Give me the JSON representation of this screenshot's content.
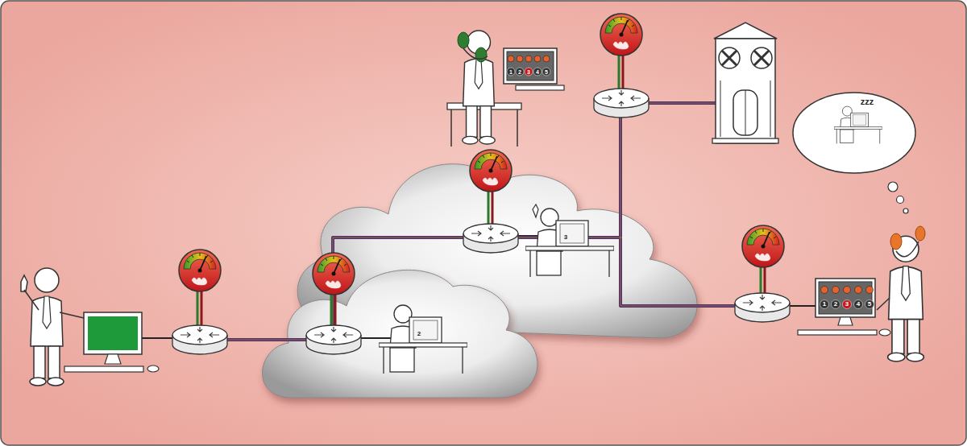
{
  "diagram": {
    "labels": [
      "1",
      "2",
      "3",
      "4",
      "5",
      "1",
      "2",
      "3",
      "4",
      "5",
      "2",
      "3",
      "zzz"
    ]
  }
}
